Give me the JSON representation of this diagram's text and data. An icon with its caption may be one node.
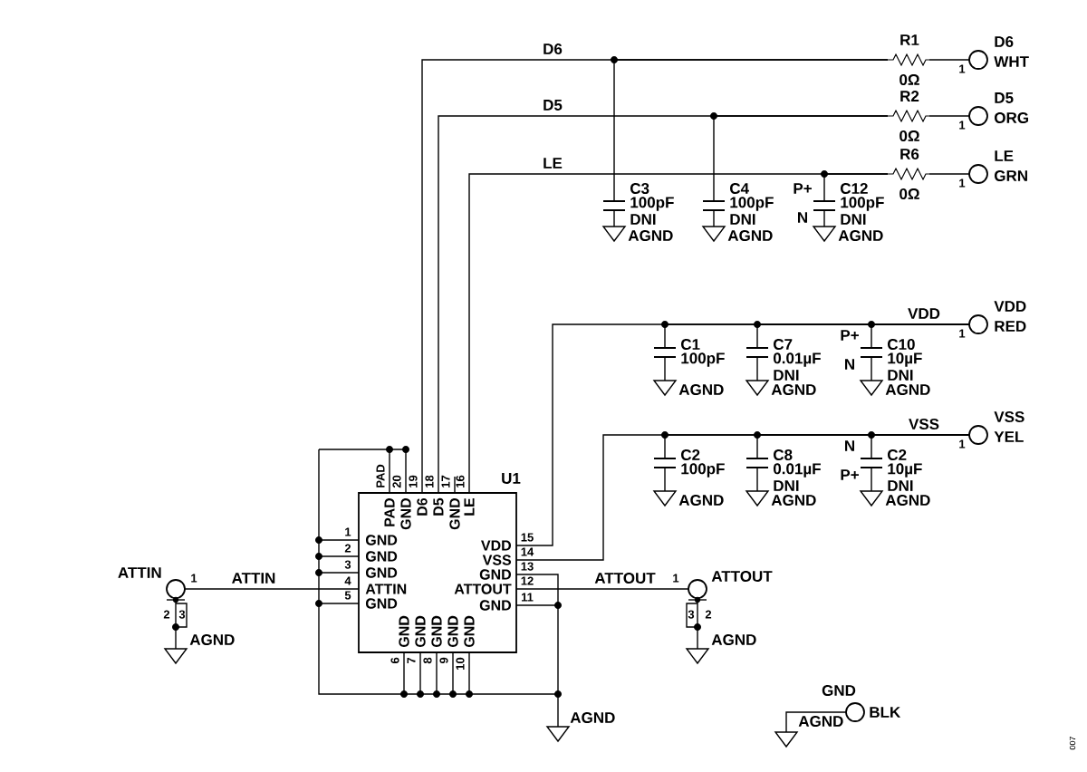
{
  "diagram": {
    "nodes": [
      {
        "text": [
          "U1",
          "PAD",
          "GND",
          "D6",
          "D5",
          "GND",
          "LE",
          "GND",
          "GND",
          "GND",
          "ATTIN",
          "GND",
          "VDD",
          "VSS",
          "GND",
          "ATTOUT",
          "GND",
          "GND",
          "GND",
          "GND",
          "GND",
          "GND"
        ]
      },
      {
        "text": [
          "R1",
          "0Ω"
        ]
      },
      {
        "text": [
          "R2",
          "0Ω"
        ]
      },
      {
        "text": [
          "R6",
          "0Ω"
        ]
      },
      {
        "text": [
          "D6",
          "WHT"
        ]
      },
      {
        "text": [
          "D5",
          "ORG"
        ]
      },
      {
        "text": [
          "LE",
          "GRN"
        ]
      },
      {
        "text": [
          "C3",
          "100pF",
          "DNI"
        ]
      },
      {
        "text": [
          "C4",
          "100pF",
          "DNI"
        ]
      },
      {
        "text": [
          "C12",
          "100pF",
          "DNI"
        ],
        "beside": [
          "P+",
          "N"
        ]
      },
      {
        "text": [
          "AGND"
        ]
      },
      {
        "text": [
          "AGND"
        ]
      },
      {
        "text": [
          "AGND"
        ]
      },
      {
        "text": [
          "C1",
          "100pF"
        ]
      },
      {
        "text": [
          "C7",
          "0.01µF",
          "DNI"
        ]
      },
      {
        "text": [
          "C10",
          "10µF",
          "DNI"
        ],
        "beside": [
          "P+",
          "N"
        ]
      },
      {
        "text": [
          "AGND"
        ]
      },
      {
        "text": [
          "AGND"
        ]
      },
      {
        "text": [
          "AGND"
        ]
      },
      {
        "text": [
          "VDD",
          "RED"
        ]
      },
      {
        "text": [
          "C2",
          "100pF"
        ]
      },
      {
        "text": [
          "C8",
          "0.01µF",
          "DNI"
        ]
      },
      {
        "text": [
          "C2",
          "10µF",
          "DNI"
        ],
        "beside": [
          "N",
          "P+"
        ]
      },
      {
        "text": [
          "AGND"
        ]
      },
      {
        "text": [
          "AGND"
        ]
      },
      {
        "text": [
          "AGND"
        ]
      },
      {
        "text": [
          "VSS",
          "YEL"
        ]
      },
      {
        "text": [
          "ATTIN"
        ]
      },
      {
        "text": [
          "AGND"
        ]
      },
      {
        "text": [
          "ATTOUT"
        ]
      },
      {
        "text": [
          "AGND"
        ]
      },
      {
        "text": [
          "AGND"
        ]
      },
      {
        "text": [
          "GND",
          "BLK"
        ]
      },
      {
        "text": [
          "AGND"
        ]
      }
    ],
    "edges": [
      {
        "from": 0,
        "to": 1,
        "arrow": "none",
        "label": "D6"
      },
      {
        "from": 1,
        "to": 4,
        "arrow": "none"
      },
      {
        "from": 7,
        "to": 1,
        "arrow": "none"
      },
      {
        "from": 7,
        "to": 10,
        "arrow": "none"
      },
      {
        "from": 0,
        "to": 2,
        "arrow": "none",
        "label": "D5"
      },
      {
        "from": 2,
        "to": 5,
        "arrow": "none"
      },
      {
        "from": 8,
        "to": 2,
        "arrow": "none"
      },
      {
        "from": 8,
        "to": 11,
        "arrow": "none"
      },
      {
        "from": 0,
        "to": 3,
        "arrow": "none",
        "label": "LE"
      },
      {
        "from": 3,
        "to": 6,
        "arrow": "none"
      },
      {
        "from": 9,
        "to": 3,
        "arrow": "none"
      },
      {
        "from": 9,
        "to": 12,
        "arrow": "none"
      },
      {
        "from": 0,
        "to": 19,
        "arrow": "none",
        "label": "VDD"
      },
      {
        "from": 13,
        "to": 19,
        "arrow": "none"
      },
      {
        "from": 13,
        "to": 16,
        "arrow": "none"
      },
      {
        "from": 14,
        "to": 19,
        "arrow": "none"
      },
      {
        "from": 14,
        "to": 17,
        "arrow": "none"
      },
      {
        "from": 15,
        "to": 19,
        "arrow": "none"
      },
      {
        "from": 15,
        "to": 18,
        "arrow": "none"
      },
      {
        "from": 0,
        "to": 26,
        "arrow": "none",
        "label": "VSS"
      },
      {
        "from": 20,
        "to": 26,
        "arrow": "none"
      },
      {
        "from": 20,
        "to": 23,
        "arrow": "none"
      },
      {
        "from": 21,
        "to": 26,
        "arrow": "none"
      },
      {
        "from": 21,
        "to": 24,
        "arrow": "none"
      },
      {
        "from": 22,
        "to": 26,
        "arrow": "none"
      },
      {
        "from": 22,
        "to": 25,
        "arrow": "none"
      },
      {
        "from": 27,
        "to": 0,
        "arrow": "none",
        "label": "ATTIN"
      },
      {
        "from": 27,
        "to": 28,
        "arrow": "none"
      },
      {
        "from": 0,
        "to": 29,
        "arrow": "none",
        "label": "ATTOUT"
      },
      {
        "from": 29,
        "to": 30,
        "arrow": "none"
      },
      {
        "from": 0,
        "to": 31,
        "arrow": "none"
      },
      {
        "from": 32,
        "to": 33,
        "arrow": "none"
      }
    ],
    "labels": [
      "PAD",
      "20",
      "19",
      "18",
      "17",
      "16",
      "1",
      "2",
      "3",
      "4",
      "5",
      "15",
      "14",
      "13",
      "12",
      "11",
      "6",
      "7",
      "8",
      "9",
      "10",
      "1",
      "1",
      "1",
      "1",
      "1",
      "1",
      "1",
      "2",
      "3",
      "3",
      "2",
      "007"
    ]
  }
}
